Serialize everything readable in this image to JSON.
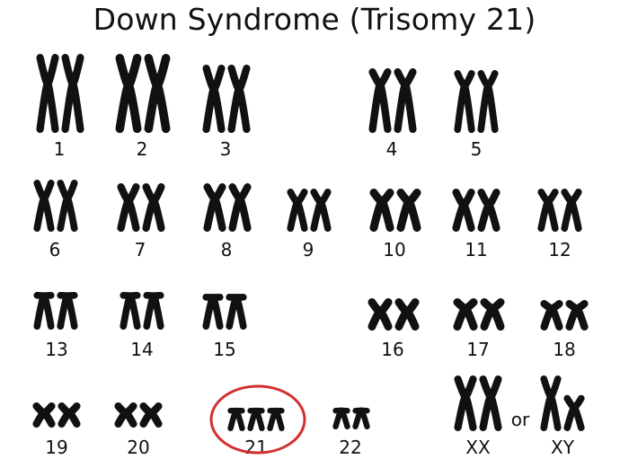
{
  "title": "Down Syndrome (Trisomy 21)",
  "highlight_color": "#d32f2f",
  "chromosome_color": "#111111",
  "pairs": [
    {
      "label": "1",
      "count": 2
    },
    {
      "label": "2",
      "count": 2
    },
    {
      "label": "3",
      "count": 2
    },
    {
      "label": "4",
      "count": 2
    },
    {
      "label": "5",
      "count": 2
    },
    {
      "label": "6",
      "count": 2
    },
    {
      "label": "7",
      "count": 2
    },
    {
      "label": "8",
      "count": 2
    },
    {
      "label": "9",
      "count": 2
    },
    {
      "label": "10",
      "count": 2
    },
    {
      "label": "11",
      "count": 2
    },
    {
      "label": "12",
      "count": 2
    },
    {
      "label": "13",
      "count": 2
    },
    {
      "label": "14",
      "count": 2
    },
    {
      "label": "15",
      "count": 2
    },
    {
      "label": "16",
      "count": 2
    },
    {
      "label": "17",
      "count": 2
    },
    {
      "label": "18",
      "count": 2
    },
    {
      "label": "19",
      "count": 2
    },
    {
      "label": "20",
      "count": 2
    },
    {
      "label": "21",
      "count": 3,
      "highlighted": true
    },
    {
      "label": "22",
      "count": 2
    },
    {
      "label": "XX",
      "count": 2
    },
    {
      "label": "XY",
      "count": 2
    }
  ],
  "or_label": "or"
}
